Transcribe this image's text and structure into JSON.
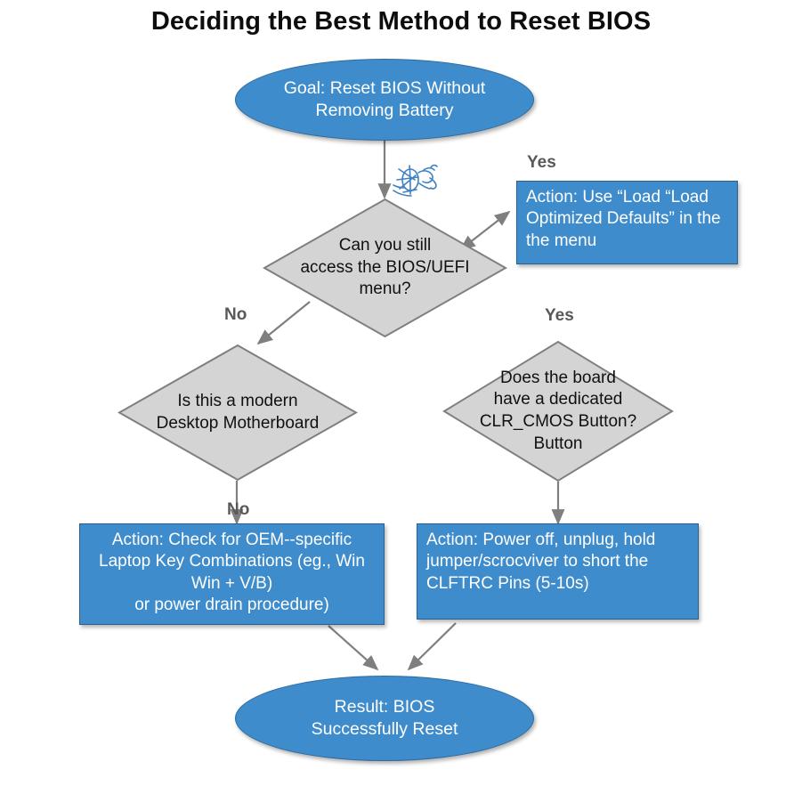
{
  "diagram": {
    "title": "Deciding the Best Method to Reset BIOS",
    "background_color": "#ffffff",
    "accent_color": "#3e8ccc",
    "decision_fill": "#d4d4d4",
    "decision_stroke": "#7f7f7f",
    "connector_color": "#7f7f7f",
    "label_color": "#595959",
    "nodes": {
      "goal": {
        "shape": "ellipse",
        "text": "Goal: Reset BIOS Without\nRemoving Battery"
      },
      "decision_bios_menu": {
        "shape": "diamond",
        "text": "Can you still\naccess the BIOS/UEFI\nmenu?"
      },
      "action_load_defaults": {
        "shape": "rectangle",
        "text": "Action: Use “Load “Load\nOptimized Defaults” in the\nthe menu"
      },
      "decision_modern_desktop": {
        "shape": "diamond",
        "text": "Is this a modern\nDesktop Motherboard"
      },
      "decision_clr_cmos": {
        "shape": "diamond",
        "text": "Does the board\nhave a dedicated\nCLR_CMOS Button?\nButton"
      },
      "action_oem_keys": {
        "shape": "rectangle",
        "text": "Action: Check for OEM--specific\nLaptop Key Combinations (eg., Win\nWin + V/B)\nor power drain procedure)"
      },
      "action_jumper": {
        "shape": "rectangle",
        "text": "Action: Power off, unplug, hold\njumper/scrocviver to short the\nCLFTRC Pins (5-10s)"
      },
      "result": {
        "shape": "ellipse",
        "text": "Result: BIOS\nSuccessfully Reset"
      }
    },
    "edge_labels": {
      "yes_top_right": "Yes",
      "no_left": "No",
      "yes_right": "Yes",
      "no_bottom_left": "No"
    },
    "annotations": {
      "scribble": "blue-scribble-doodle"
    }
  }
}
